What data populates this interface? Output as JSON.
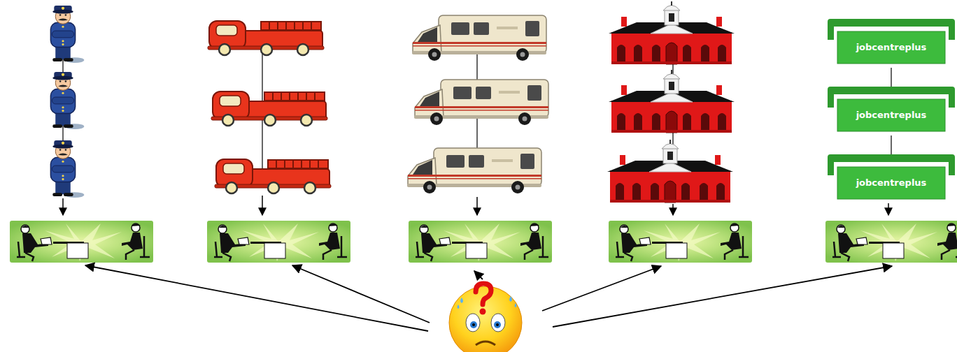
{
  "diagram": {
    "nodes": [
      {
        "text": [
          "jobcentreplus"
        ]
      },
      {
        "text": [
          "jobcentreplus"
        ]
      },
      {
        "text": [
          "jobcentreplus"
        ]
      }
    ],
    "edges": [
      {
        "from": 0,
        "to": 1,
        "arrow": "none"
      },
      {
        "from": 1,
        "to": 2,
        "arrow": "none"
      }
    ]
  }
}
